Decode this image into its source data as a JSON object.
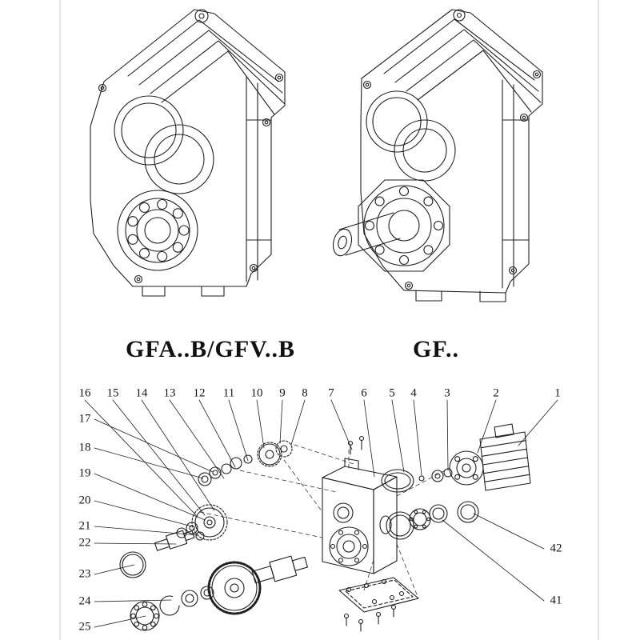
{
  "page": {
    "background": "#ffffff",
    "ink": "#1f1f1f",
    "frame_line_color": "#dcdcdc"
  },
  "models": {
    "left_label": "GFA..B/GFV..B",
    "right_label": "GF.."
  },
  "exploded": {
    "top_callouts": [
      "16",
      "15",
      "14",
      "13",
      "12",
      "11",
      "10",
      "9",
      "8",
      "7",
      "6",
      "5",
      "4",
      "3",
      "2",
      "1"
    ],
    "left_callouts": [
      "17",
      "18",
      "19",
      "20",
      "21",
      "22",
      "23",
      "24",
      "25"
    ],
    "right_callouts": [
      "42",
      "41"
    ]
  }
}
